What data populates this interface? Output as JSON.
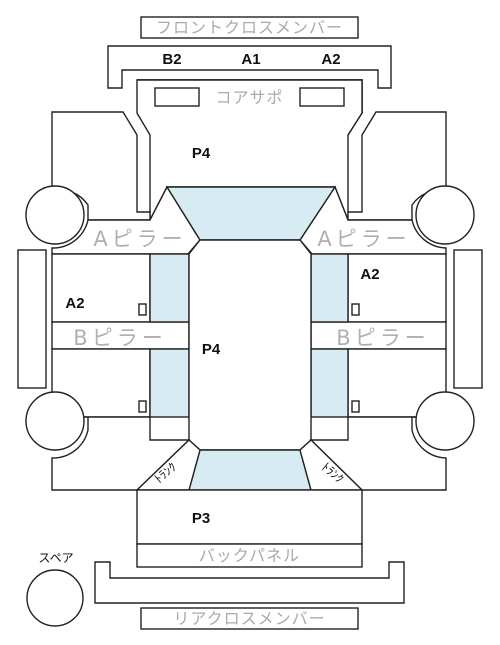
{
  "labels": {
    "front_cross_member": "フロントクロスメンバー",
    "core_support": "コアサポ",
    "a_pillar": "Aピラー",
    "b_pillar": "Bピラー",
    "back_panel": "バックパネル",
    "rear_cross_member": "リアクロスメンバー",
    "spare": "スペア",
    "trunk": "ﾄﾗﾝｸ"
  },
  "codes": {
    "bumper_left": "B2",
    "bumper_center": "A1",
    "bumper_right": "A2",
    "roof_front": "P4",
    "roof_center": "P4",
    "rear_deck": "P3",
    "right_front_door": "A2",
    "left_front_door": "A2"
  },
  "colors": {
    "stroke": "#222222",
    "glass": "#d6ebf2",
    "label_gray": "#aaaaaa"
  }
}
